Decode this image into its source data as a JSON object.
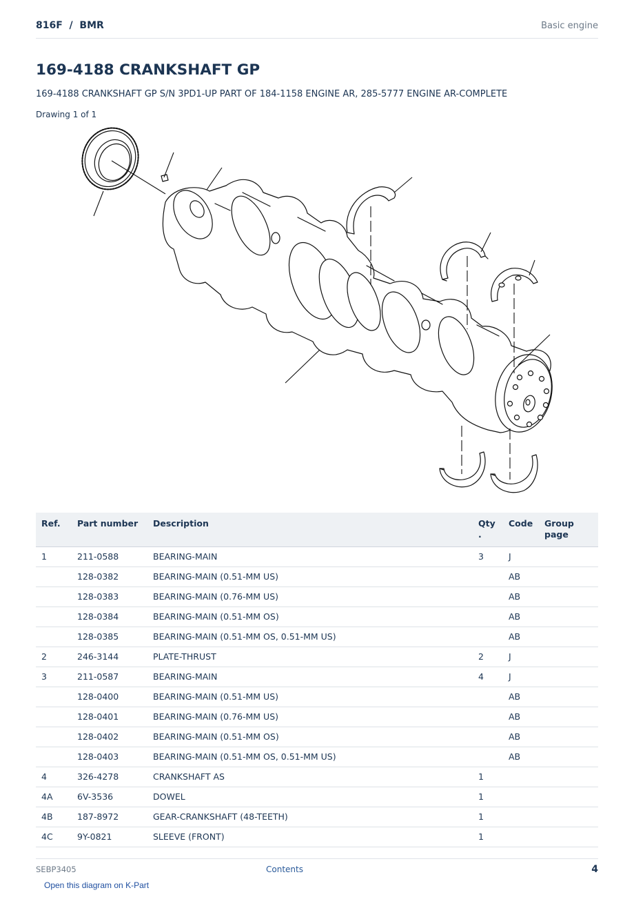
{
  "header": {
    "model": "816F  /  BMR",
    "section": "Basic engine"
  },
  "page_title": "169-4188 CRANKSHAFT GP",
  "subtitle": "169-4188 CRANKSHAFT GP S/N 3PD1-UP PART OF 184-1158 ENGINE AR, 285-5777 ENGINE AR-COMPLETE",
  "drawing_label": "Drawing 1 of 1",
  "table": {
    "headers": {
      "ref": "Ref.",
      "part_number": "Part number",
      "description": "Description",
      "qty": "Qty\n.",
      "code": "Code",
      "group_page": "Group page"
    },
    "rows": [
      {
        "ref": "1",
        "part_number": "211-0588",
        "description": "BEARING-MAIN",
        "qty": "3",
        "code": "J",
        "group_page": ""
      },
      {
        "ref": "",
        "part_number": "128-0382",
        "description": "BEARING-MAIN (0.51-MM US)",
        "qty": "",
        "code": "AB",
        "group_page": ""
      },
      {
        "ref": "",
        "part_number": "128-0383",
        "description": "BEARING-MAIN (0.76-MM US)",
        "qty": "",
        "code": "AB",
        "group_page": ""
      },
      {
        "ref": "",
        "part_number": "128-0384",
        "description": "BEARING-MAIN (0.51-MM OS)",
        "qty": "",
        "code": "AB",
        "group_page": ""
      },
      {
        "ref": "",
        "part_number": "128-0385",
        "description": "BEARING-MAIN (0.51-MM OS, 0.51-MM US)",
        "qty": "",
        "code": "AB",
        "group_page": ""
      },
      {
        "ref": "2",
        "part_number": "246-3144",
        "description": "PLATE-THRUST",
        "qty": "2",
        "code": "J",
        "group_page": ""
      },
      {
        "ref": "3",
        "part_number": "211-0587",
        "description": "BEARING-MAIN",
        "qty": "4",
        "code": "J",
        "group_page": ""
      },
      {
        "ref": "",
        "part_number": "128-0400",
        "description": "BEARING-MAIN (0.51-MM US)",
        "qty": "",
        "code": "AB",
        "group_page": ""
      },
      {
        "ref": "",
        "part_number": "128-0401",
        "description": "BEARING-MAIN (0.76-MM US)",
        "qty": "",
        "code": "AB",
        "group_page": ""
      },
      {
        "ref": "",
        "part_number": "128-0402",
        "description": "BEARING-MAIN (0.51-MM OS)",
        "qty": "",
        "code": "AB",
        "group_page": ""
      },
      {
        "ref": "",
        "part_number": "128-0403",
        "description": "BEARING-MAIN (0.51-MM OS, 0.51-MM US)",
        "qty": "",
        "code": "AB",
        "group_page": ""
      },
      {
        "ref": "4",
        "part_number": "326-4278",
        "description": "CRANKSHAFT AS",
        "qty": "1",
        "code": "",
        "group_page": ""
      },
      {
        "ref": "4A",
        "part_number": "6V-3536",
        "description": "DOWEL",
        "qty": "1",
        "code": "",
        "group_page": ""
      },
      {
        "ref": "4B",
        "part_number": "187-8972",
        "description": "GEAR-CRANKSHAFT (48-TEETH)",
        "qty": "1",
        "code": "",
        "group_page": ""
      },
      {
        "ref": "4C",
        "part_number": "9Y-0821",
        "description": "SLEEVE (FRONT)",
        "qty": "1",
        "code": "",
        "group_page": ""
      }
    ]
  },
  "footer": {
    "doc_id": "SEBP3405",
    "contents_link": "Contents",
    "page_number": "4",
    "kpart_link": "Open this diagram on K-Part"
  }
}
